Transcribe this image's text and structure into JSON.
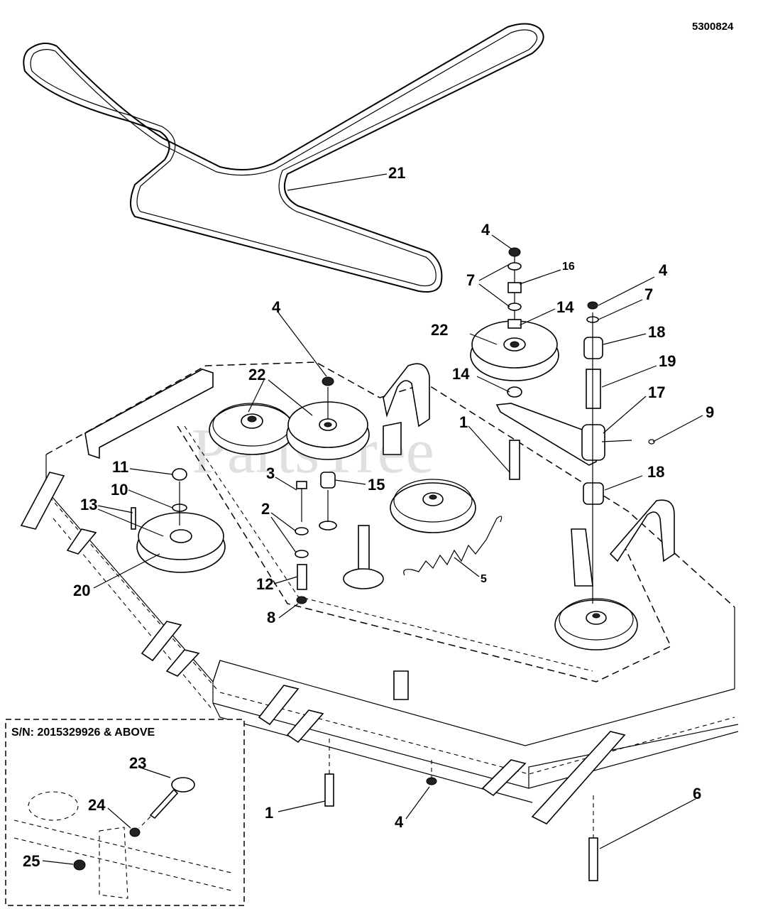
{
  "diagram_id": "5300824",
  "watermark": "PartsTree",
  "inset": {
    "title": "S/N: 2015329926 & ABOVE",
    "labels": [
      "23",
      "24",
      "25"
    ]
  },
  "callouts": {
    "c21": "21",
    "c4a": "4",
    "c16": "16",
    "c7a": "7",
    "c14a": "14",
    "c22a": "22",
    "c4b": "4",
    "c7b": "7",
    "c18a": "18",
    "c19": "19",
    "c17": "17",
    "c9": "9",
    "c14b": "14",
    "c4c": "4",
    "c22b": "22",
    "c1a": "1",
    "c11": "11",
    "c3": "3",
    "c15": "15",
    "c10": "10",
    "c18b": "18",
    "c13": "13",
    "c2": "2",
    "c12": "12",
    "c5": "5",
    "c20": "20",
    "c8": "8",
    "c1b": "1",
    "c4d": "4",
    "c6": "6"
  }
}
